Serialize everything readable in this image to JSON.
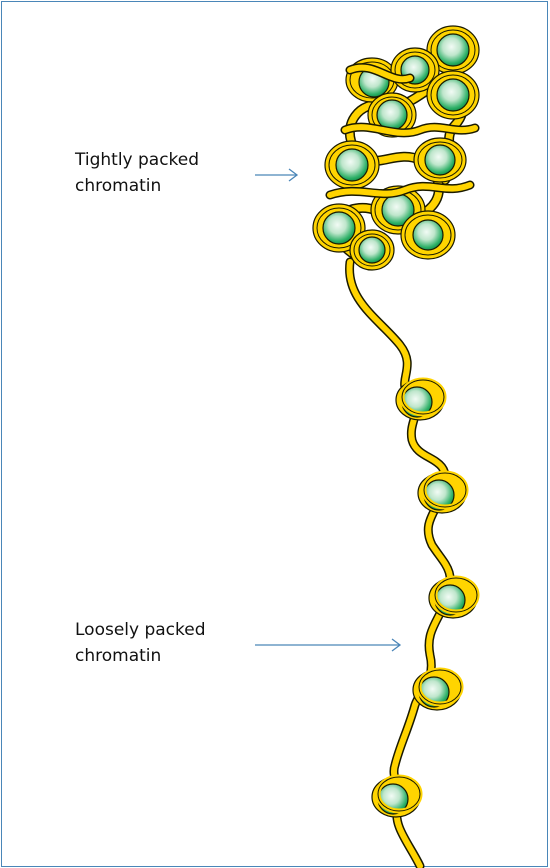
{
  "labels": {
    "tight": {
      "line1": "Tightly packed",
      "line2": "chromatin"
    },
    "loose": {
      "line1": "Loosely packed",
      "line2": "chromatin"
    }
  },
  "colors": {
    "border": "#4a86b8",
    "arrow": "#4a86b8",
    "fiber": "#ffd400",
    "fiber_outline": "#1a1a00",
    "histone_green": "#1fa45a",
    "histone_light": "#e9f7ee"
  }
}
